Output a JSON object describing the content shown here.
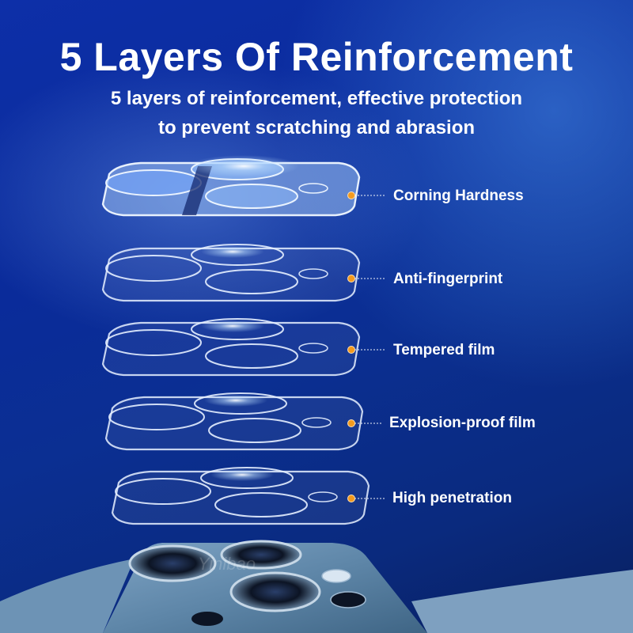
{
  "header": {
    "title": "5 Layers Of Reinforcement",
    "subtitle_line1": "5 layers of reinforcement, effective protection",
    "subtitle_line2": "to prevent scratching and abrasion"
  },
  "layers": [
    {
      "label": "Corning Hardness"
    },
    {
      "label": "Anti-fingerprint"
    },
    {
      "label": "Tempered film"
    },
    {
      "label": "Explosion-proof film"
    },
    {
      "label": "High penetration"
    }
  ],
  "colors": {
    "background_top": "#0d2fa8",
    "background_bottom": "#081f5e",
    "marker_dot": "#f39a1e",
    "text": "#ffffff",
    "phone_body": "#5e86a8"
  },
  "watermark": "Yinibao"
}
